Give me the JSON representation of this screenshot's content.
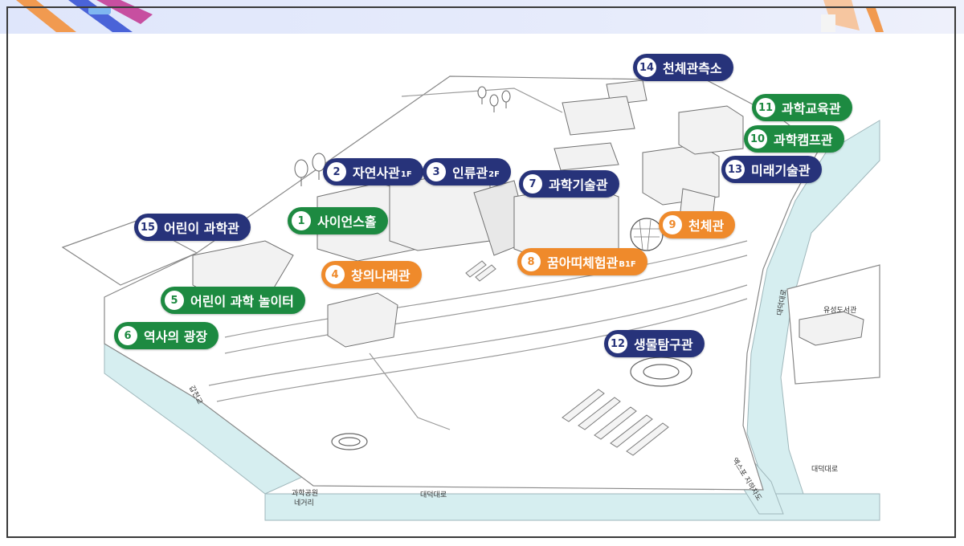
{
  "markers": [
    {
      "id": "m14",
      "num": "14",
      "label": "천체관측소",
      "sub": "",
      "color": "navy"
    },
    {
      "id": "m11",
      "num": "11",
      "label": "과학교육관",
      "sub": "",
      "color": "green"
    },
    {
      "id": "m10",
      "num": "10",
      "label": "과학캠프관",
      "sub": "",
      "color": "green"
    },
    {
      "id": "m13",
      "num": "13",
      "label": "미래기술관",
      "sub": "",
      "color": "navy"
    },
    {
      "id": "m2",
      "num": "2",
      "label": "자연사관",
      "sub": "1F",
      "color": "navy"
    },
    {
      "id": "m3",
      "num": "3",
      "label": "인류관",
      "sub": "2F",
      "color": "navy"
    },
    {
      "id": "m7",
      "num": "7",
      "label": "과학기술관",
      "sub": "",
      "color": "navy"
    },
    {
      "id": "m1",
      "num": "1",
      "label": "사이언스홀",
      "sub": "",
      "color": "green"
    },
    {
      "id": "m15",
      "num": "15",
      "label": "어린이 과학관",
      "sub": "",
      "color": "navy"
    },
    {
      "id": "m9",
      "num": "9",
      "label": "천체관",
      "sub": "",
      "color": "orange"
    },
    {
      "id": "m8",
      "num": "8",
      "label": "꿈아띠체험관",
      "sub": "B1F",
      "color": "orange"
    },
    {
      "id": "m4",
      "num": "4",
      "label": "창의나래관",
      "sub": "",
      "color": "orange"
    },
    {
      "id": "m5",
      "num": "5",
      "label": "어린이 과학 놀이터",
      "sub": "",
      "color": "green"
    },
    {
      "id": "m6",
      "num": "6",
      "label": "역사의 광장",
      "sub": "",
      "color": "green"
    },
    {
      "id": "m12",
      "num": "12",
      "label": "생물탐구관",
      "sub": "",
      "color": "navy"
    }
  ],
  "places": {
    "daedeok_road_vertical": "대덕대로",
    "yuseong_library": "유성도서관",
    "daedeok_road_right": "대덕대로",
    "expo_underpass": "엑스포 지하차도",
    "daedeok_road_bottom": "대덕대로",
    "gapcheon_bridge": "갑천교",
    "science_park_line1": "과학공원",
    "science_park_line2": "네거리"
  },
  "colors": {
    "navy": "#27337a",
    "green": "#1d8a41",
    "orange": "#ef8a2b",
    "road": "#d6eef0"
  }
}
